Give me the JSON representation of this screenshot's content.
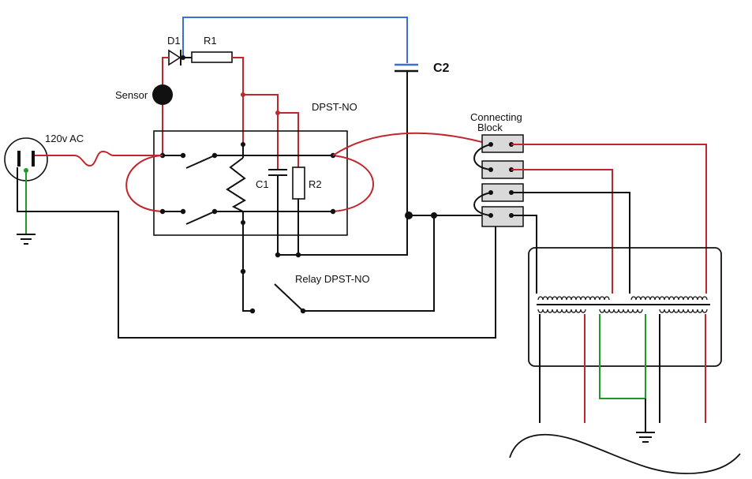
{
  "labels": {
    "d1": "D1",
    "r1": "R1",
    "c2": "C2",
    "sensor": "Sensor",
    "dpst_no": "DPST-NO",
    "connecting_block_line1": "Connecting",
    "connecting_block_line2": "Block",
    "ac_source": "120v AC",
    "c1": "C1",
    "r2": "R2",
    "relay": "Relay DPST-NO"
  },
  "colors": {
    "hot_wire": "#c0272d",
    "neutral_wire": "#111111",
    "ground_wire": "#1f9a2a",
    "signal_wire": "#3a6fd8",
    "block_fill": "#d9d9d9"
  }
}
